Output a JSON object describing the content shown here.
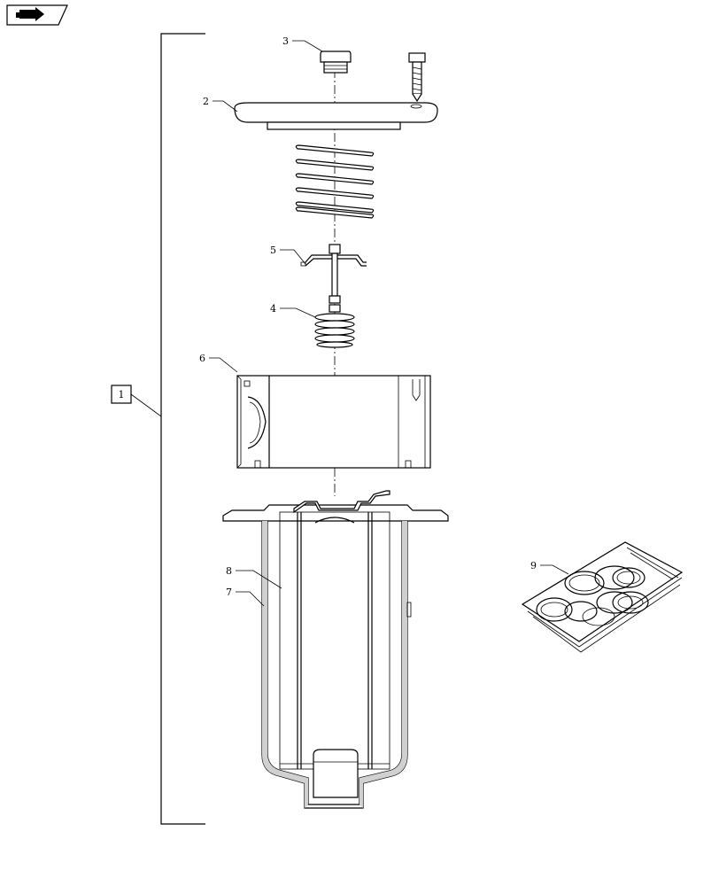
{
  "assembly_label": "1",
  "callouts": [
    {
      "id": "c2",
      "label": "2"
    },
    {
      "id": "c3",
      "label": "3"
    },
    {
      "id": "c4",
      "label": "4"
    },
    {
      "id": "c5",
      "label": "5"
    },
    {
      "id": "c6",
      "label": "6"
    },
    {
      "id": "c7",
      "label": "7"
    },
    {
      "id": "c8",
      "label": "8"
    },
    {
      "id": "c9",
      "label": "9"
    }
  ],
  "icons": {
    "nav": "next-page-icon"
  }
}
